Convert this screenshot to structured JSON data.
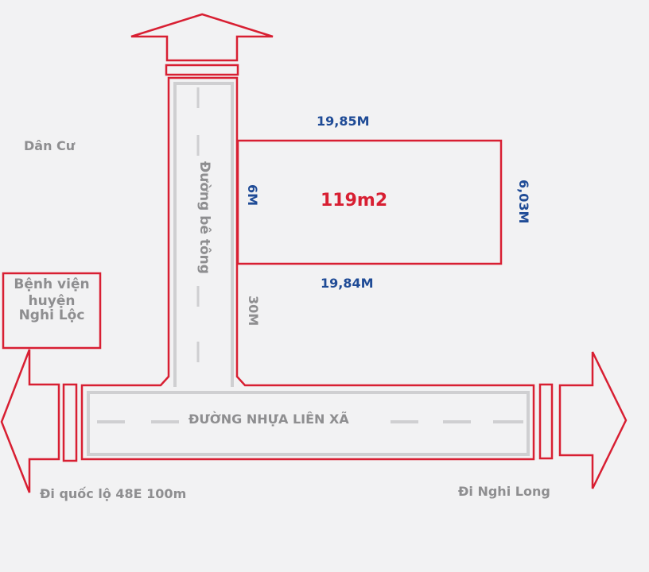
{
  "colors": {
    "background": "#f2f2f3",
    "outline_red": "#d81f32",
    "road_gray": "#cfcfd1",
    "dimension_blue": "#1f4b96",
    "label_gray": "#8e8e90",
    "area_red": "#d81f32"
  },
  "labels": {
    "residential": "Dân Cư",
    "concrete_road": "Đường bê tông",
    "main_road": "ĐƯỜNG NHỰA LIÊN XÃ",
    "hospital_line1": "Bệnh viện",
    "hospital_line2": "huyện",
    "hospital_line3": "Nghi Lộc",
    "to_highway": "Đi quốc lộ 48E 100m",
    "to_nghi_long": "Đi Nghi Long",
    "concrete_road_length": "30M"
  },
  "lot": {
    "area": "119m2",
    "top_width": "19,85M",
    "bottom_width": "19,84M",
    "front_width": "6M",
    "back_width": "6,03M"
  },
  "icons": {
    "arrow_up": "arrow-up-icon",
    "arrow_left": "arrow-left-icon",
    "arrow_right": "arrow-right-icon"
  }
}
